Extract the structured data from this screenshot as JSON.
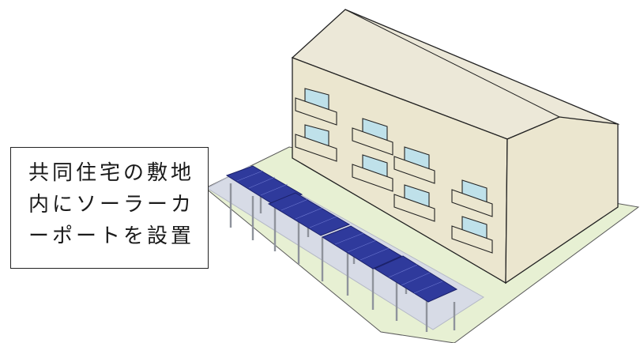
{
  "callout": {
    "lines": [
      "共同住宅の敷地",
      "内にソーラーカ",
      "ーポートを設置"
    ]
  },
  "colors": {
    "building_wall": "#ebe6cf",
    "roof": "#ece8d8",
    "window_glass": "#bfe1ea",
    "lawn": "#e7f0d3",
    "parking": "#d7dbe6",
    "solar_panel": "#2f3a9c",
    "outline": "#222222"
  },
  "icons": [
    "apartment-building-illustration",
    "solar-carport-illustration"
  ]
}
